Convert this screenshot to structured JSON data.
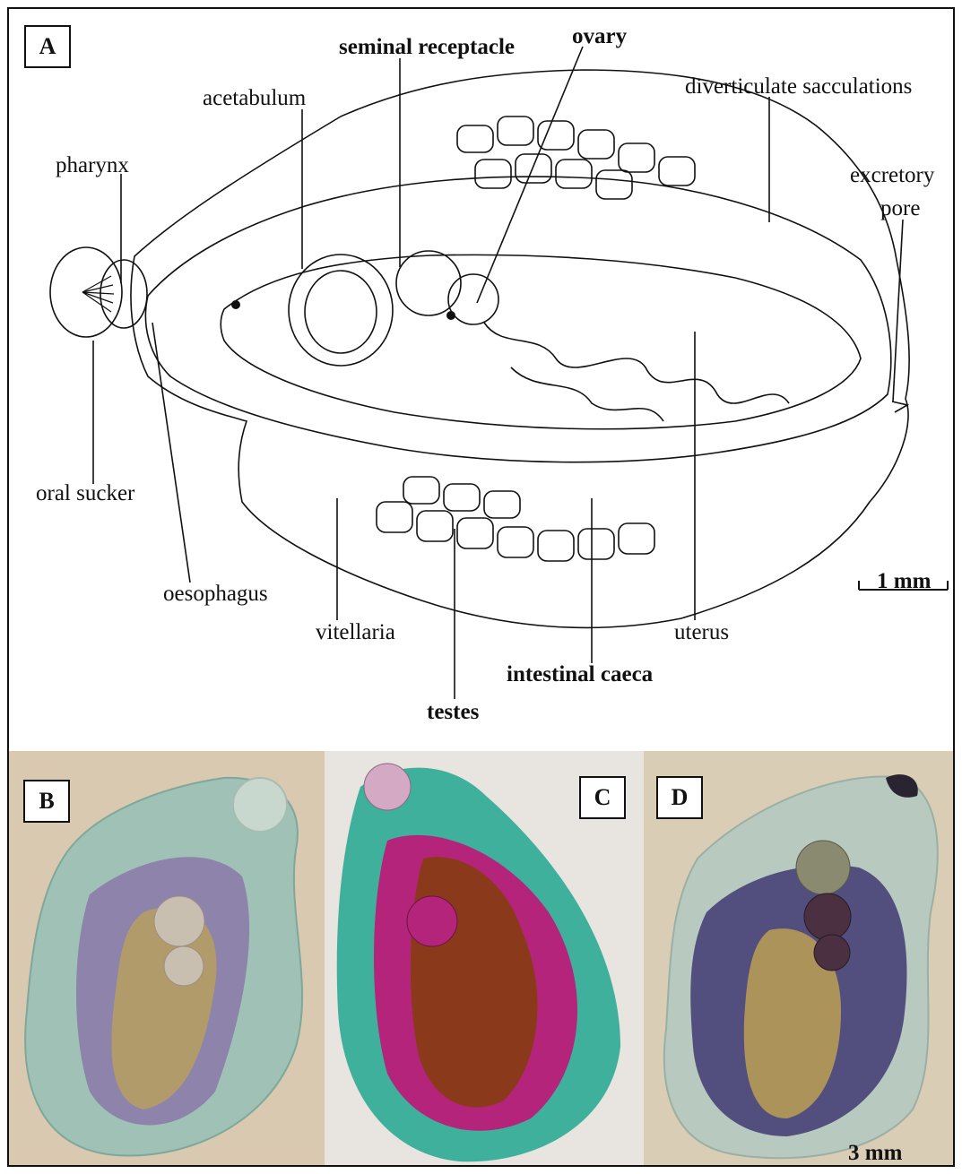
{
  "panels": {
    "a": "A",
    "b": "B",
    "c": "C",
    "d": "D"
  },
  "labels": {
    "seminal_receptacle": "seminal receptacle",
    "ovary": "ovary",
    "acetabulum": "acetabulum",
    "diverticulate_sacculations": "diverticulate sacculations",
    "pharynx": "pharynx",
    "excretory_pore_1": "excretory",
    "excretory_pore_2": "pore",
    "oral_sucker": "oral sucker",
    "oesophagus": "oesophagus",
    "vitellaria": "vitellaria",
    "uterus": "uterus",
    "intestinal_caeca": "intestinal caeca",
    "testes": "testes"
  },
  "scale_bars": {
    "drawing": "1 mm",
    "photos": "3 mm"
  },
  "colors": {
    "photo_b_bg": "#d8c9b0",
    "photo_c_bg": "#e8e4df",
    "photo_d_bg": "#d9cdb5",
    "stain_green": "#3fb09c",
    "stain_magenta": "#b3247a",
    "stain_brown": "#8a3a1a",
    "stain_purple": "#5a4a8a"
  }
}
